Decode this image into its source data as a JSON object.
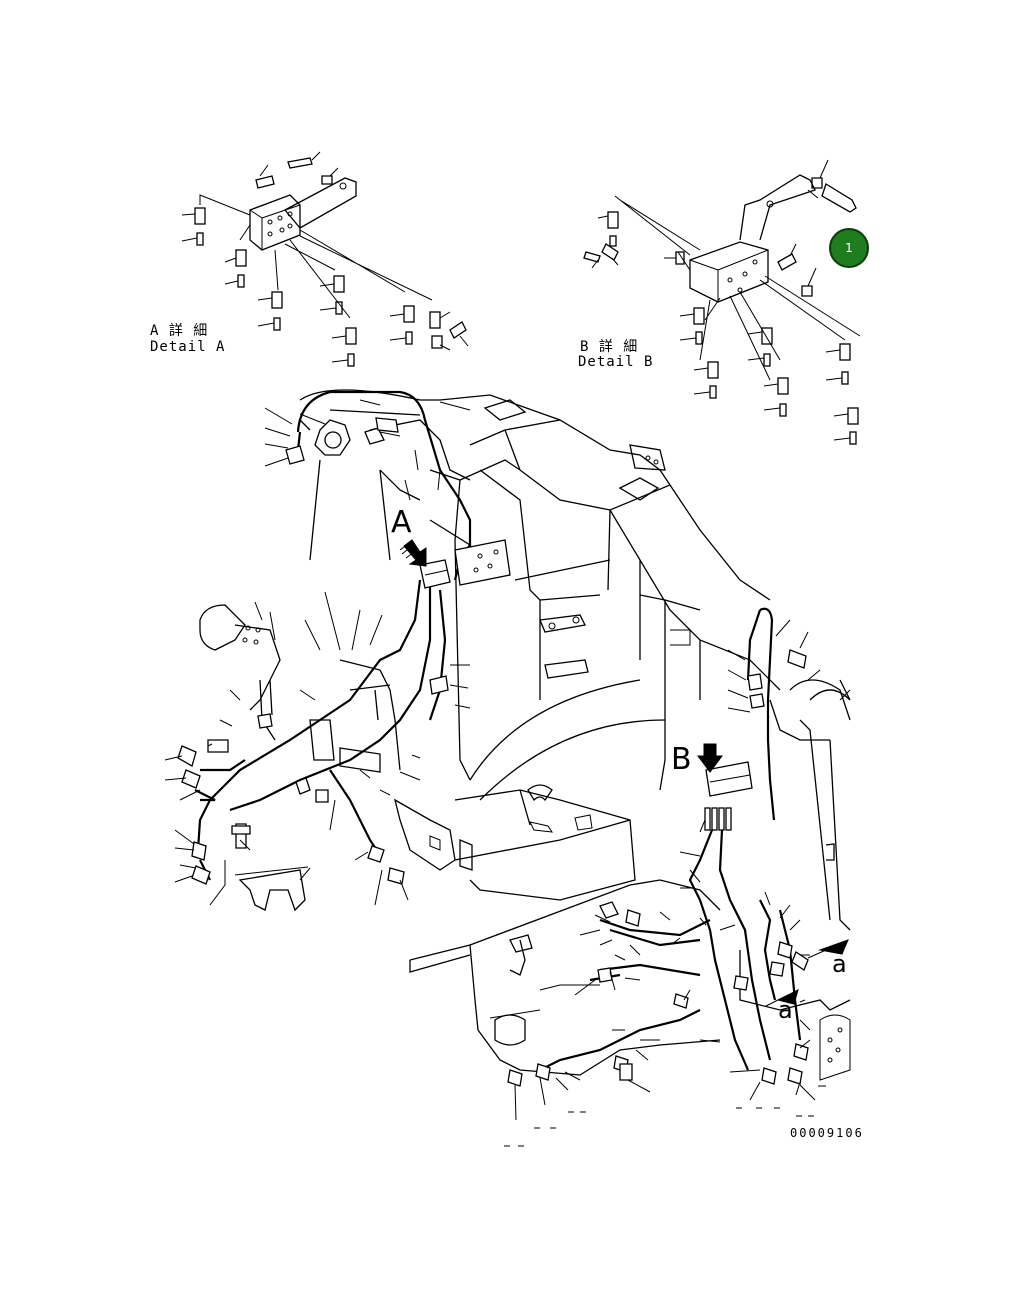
{
  "detail_a": {
    "jp": "A 詳 細",
    "en": "Detail A"
  },
  "detail_b": {
    "jp": "B 詳 細",
    "en": "Detail B"
  },
  "view_markers": {
    "a": "A",
    "b": "B"
  },
  "small_markers": {
    "a1": "a",
    "a2": "a"
  },
  "badge": {
    "number": "1",
    "color": "#1e7d1e"
  },
  "drawing_number": "00009106",
  "icons": [
    "arrow-a-icon",
    "arrow-b-icon",
    "arrow-small-a-icon"
  ]
}
